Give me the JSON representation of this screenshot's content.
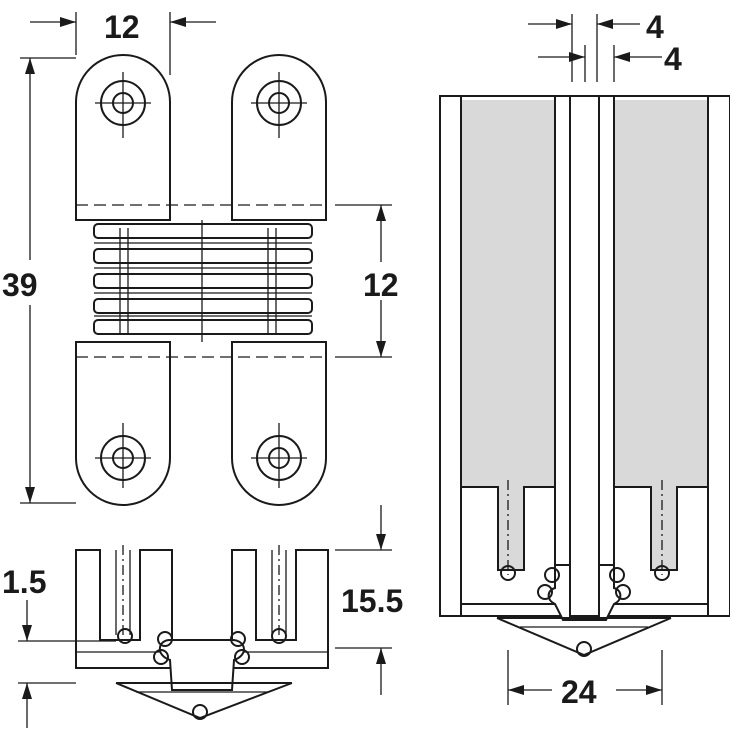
{
  "dimensions": {
    "front_width": "12",
    "front_height": "39",
    "knuckle_height": "12",
    "offset_top": "4",
    "offset_side": "4",
    "bottom_offset": "1.5",
    "bottom_depth": "15.5",
    "section_width": "24"
  }
}
